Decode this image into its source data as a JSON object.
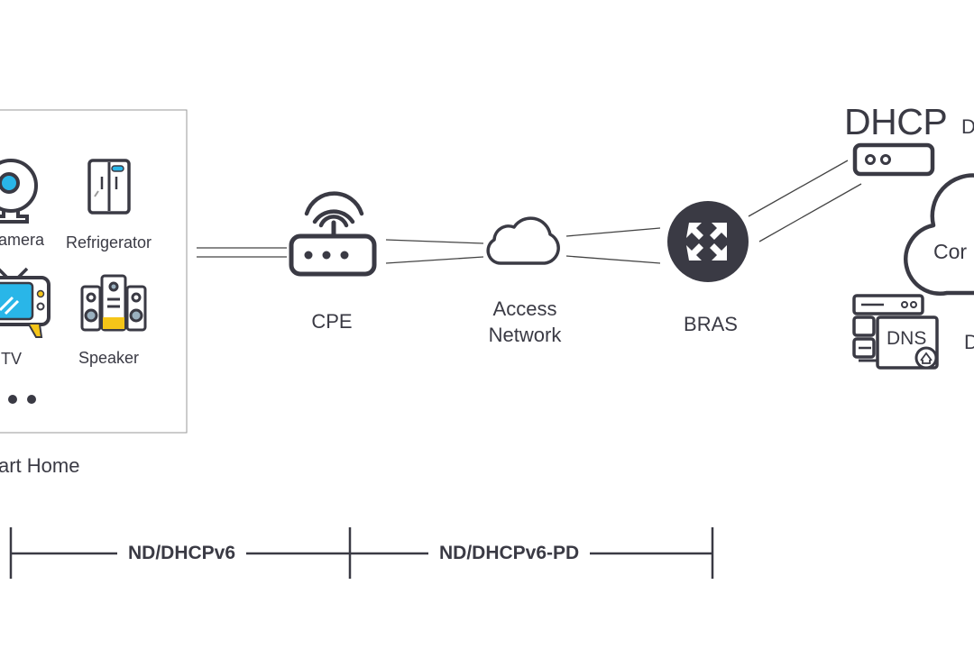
{
  "smart_home": {
    "label": "art Home",
    "devices": [
      {
        "label": "amera",
        "icon": "camera-icon"
      },
      {
        "label": "Refrigerator",
        "icon": "refrigerator-icon"
      },
      {
        "label": "TV",
        "icon": "tv-icon"
      },
      {
        "label": "Speaker",
        "icon": "speaker-icon"
      }
    ]
  },
  "nodes": {
    "cpe": {
      "label": "CPE",
      "icon": "router-icon"
    },
    "access_network": {
      "line1": "Access",
      "line2": "Network",
      "icon": "cloud-icon"
    },
    "bras": {
      "label": "BRAS",
      "icon": "bras-icon"
    },
    "dhcp": {
      "title": "DHCP",
      "side_label": "D",
      "icon": "server-icon"
    },
    "core": {
      "label": "Cor",
      "icon": "cloud-icon"
    },
    "dns": {
      "icon_text": "DNS",
      "side_label": "D",
      "icon": "dns-server-icon"
    }
  },
  "segments": [
    {
      "label": "ND/DHCPv6"
    },
    {
      "label": "ND/DHCPv6-PD"
    }
  ],
  "colors": {
    "icon": "#3a3a44",
    "lines": "#444444",
    "accent_blue": "#29b6e8",
    "accent_yellow": "#f5c518"
  }
}
